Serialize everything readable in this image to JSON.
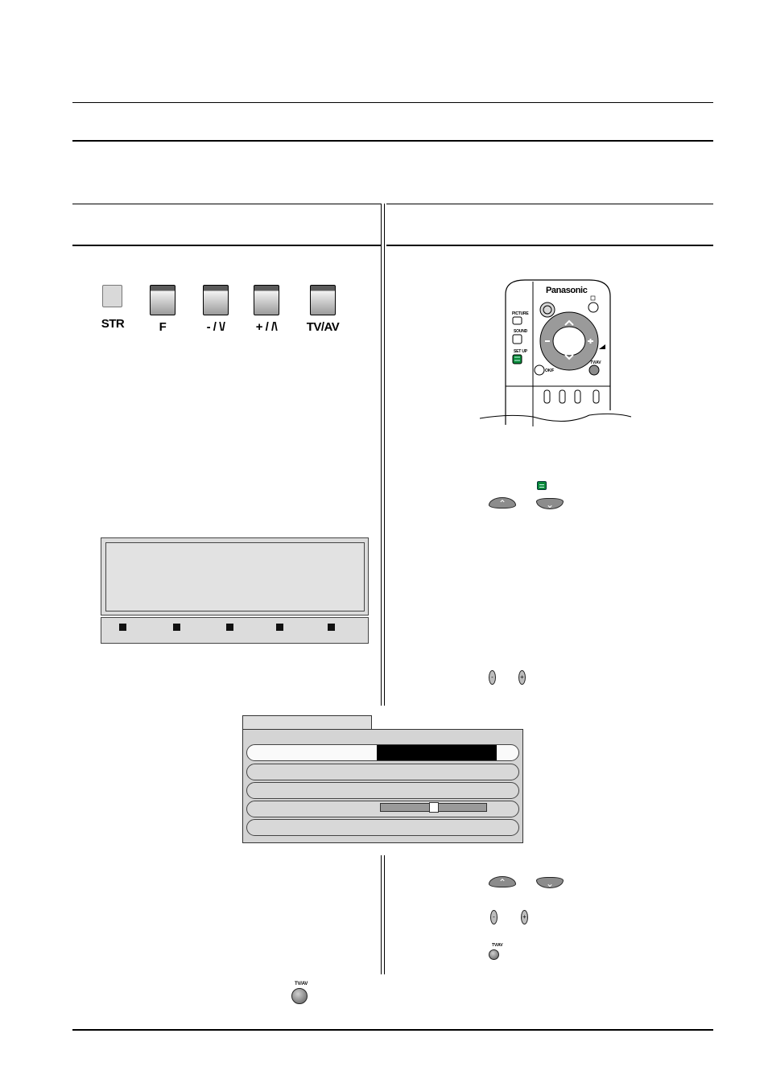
{
  "front_panel": {
    "buttons": [
      {
        "id": "str",
        "label": "STR"
      },
      {
        "id": "f",
        "label": "F"
      },
      {
        "id": "minus",
        "label": "- / \\/"
      },
      {
        "id": "plus",
        "label": "+ / /\\"
      },
      {
        "id": "tvav",
        "label": "TV/AV"
      }
    ]
  },
  "remote": {
    "brand": "Panasonic",
    "picture_label": "PICTURE",
    "sound_label": "SOUND",
    "setup_label": "SET UP",
    "tvav_label": "TV/AV",
    "ok_label": "OK/F"
  },
  "tvav_button_label": "TV/AV",
  "instruction_tvav_label": "TV/AV"
}
